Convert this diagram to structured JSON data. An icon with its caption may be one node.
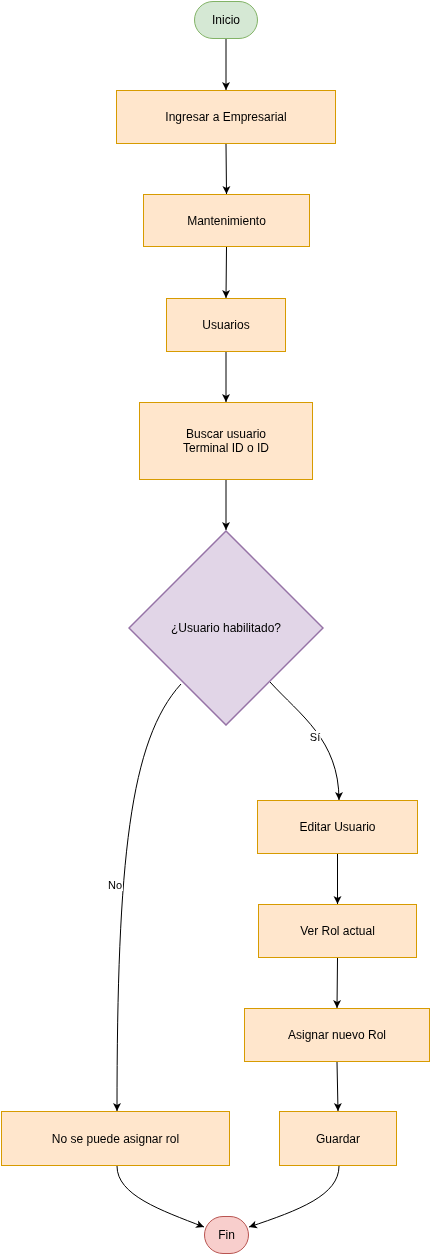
{
  "diagram": {
    "nodes": [
      {
        "text": [
          "Inicio"
        ]
      },
      {
        "text": [
          "Ingresar a Empresarial"
        ]
      },
      {
        "text": [
          "Mantenimiento"
        ]
      },
      {
        "text": [
          "Usuarios"
        ]
      },
      {
        "text": [
          "Buscar usuario Terminal ID o ID"
        ]
      },
      {
        "text": [
          "¿Usuario habilitado?"
        ]
      },
      {
        "text": [
          "Editar Usuario"
        ]
      },
      {
        "text": [
          "Ver Rol actual"
        ]
      },
      {
        "text": [
          "Asignar nuevo Rol"
        ]
      },
      {
        "text": [
          "No se puede asignar rol"
        ]
      },
      {
        "text": [
          "Guardar"
        ]
      },
      {
        "text": [
          "Fin"
        ]
      }
    ],
    "edges": [
      {
        "from": 0,
        "to": 1,
        "arrow": "to"
      },
      {
        "from": 1,
        "to": 2,
        "arrow": "to"
      },
      {
        "from": 2,
        "to": 3,
        "arrow": "to"
      },
      {
        "from": 3,
        "to": 4,
        "arrow": "to"
      },
      {
        "from": 4,
        "to": 5,
        "arrow": "to"
      },
      {
        "from": 5,
        "to": 6,
        "arrow": "to",
        "label": "Sí"
      },
      {
        "from": 6,
        "to": 7,
        "arrow": "to"
      },
      {
        "from": 7,
        "to": 8,
        "arrow": "to"
      },
      {
        "from": 8,
        "to": 10,
        "arrow": "to"
      },
      {
        "from": 5,
        "to": 9,
        "arrow": "to",
        "label": "No"
      },
      {
        "from": 9,
        "to": 11,
        "arrow": "to"
      },
      {
        "from": 10,
        "to": 11,
        "arrow": "to"
      }
    ]
  }
}
